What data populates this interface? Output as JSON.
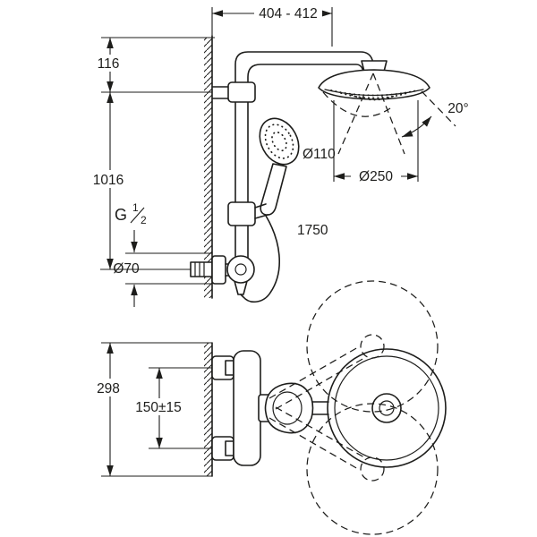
{
  "labels": {
    "dim_top_width": "404 - 412",
    "dim_offset_116": "116",
    "dim_height_1016": "1016",
    "thread_g": "G",
    "thread_num": "1",
    "thread_den": "2",
    "dia70": "Ø70",
    "dia110": "Ø110",
    "dia250": "Ø250",
    "hose_length": "1750",
    "angle": "20°",
    "dim_depth_298": "298",
    "spacing_150": "150±15"
  },
  "colors": {
    "line": "#1d1d1b",
    "background": "#ffffff"
  }
}
